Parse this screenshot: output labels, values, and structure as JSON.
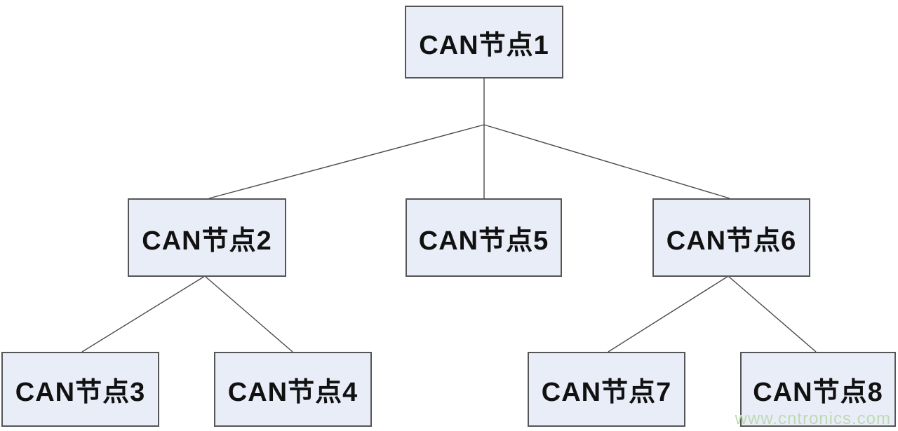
{
  "diagram": {
    "type": "tree",
    "nodes": [
      {
        "id": "node1",
        "label": "CAN节点1",
        "level": 1
      },
      {
        "id": "node2",
        "label": "CAN节点2",
        "level": 2
      },
      {
        "id": "node3",
        "label": "CAN节点3",
        "level": 3
      },
      {
        "id": "node4",
        "label": "CAN节点4",
        "level": 3
      },
      {
        "id": "node5",
        "label": "CAN节点5",
        "level": 2
      },
      {
        "id": "node6",
        "label": "CAN节点6",
        "level": 2
      },
      {
        "id": "node7",
        "label": "CAN节点7",
        "level": 3
      },
      {
        "id": "node8",
        "label": "CAN节点8",
        "level": 3
      }
    ],
    "edges": [
      {
        "from": "node1",
        "to": "node2"
      },
      {
        "from": "node1",
        "to": "node5"
      },
      {
        "from": "node1",
        "to": "node6"
      },
      {
        "from": "node2",
        "to": "node3"
      },
      {
        "from": "node2",
        "to": "node4"
      },
      {
        "from": "node6",
        "to": "node7"
      },
      {
        "from": "node6",
        "to": "node8"
      }
    ],
    "colors": {
      "node_fill": "#e9edf7",
      "node_border": "#555555",
      "node_text": "#111111",
      "line": "#4a4a4a",
      "watermark": "#bfd9b3"
    }
  },
  "watermark": {
    "text": "www.cntronics.com"
  }
}
